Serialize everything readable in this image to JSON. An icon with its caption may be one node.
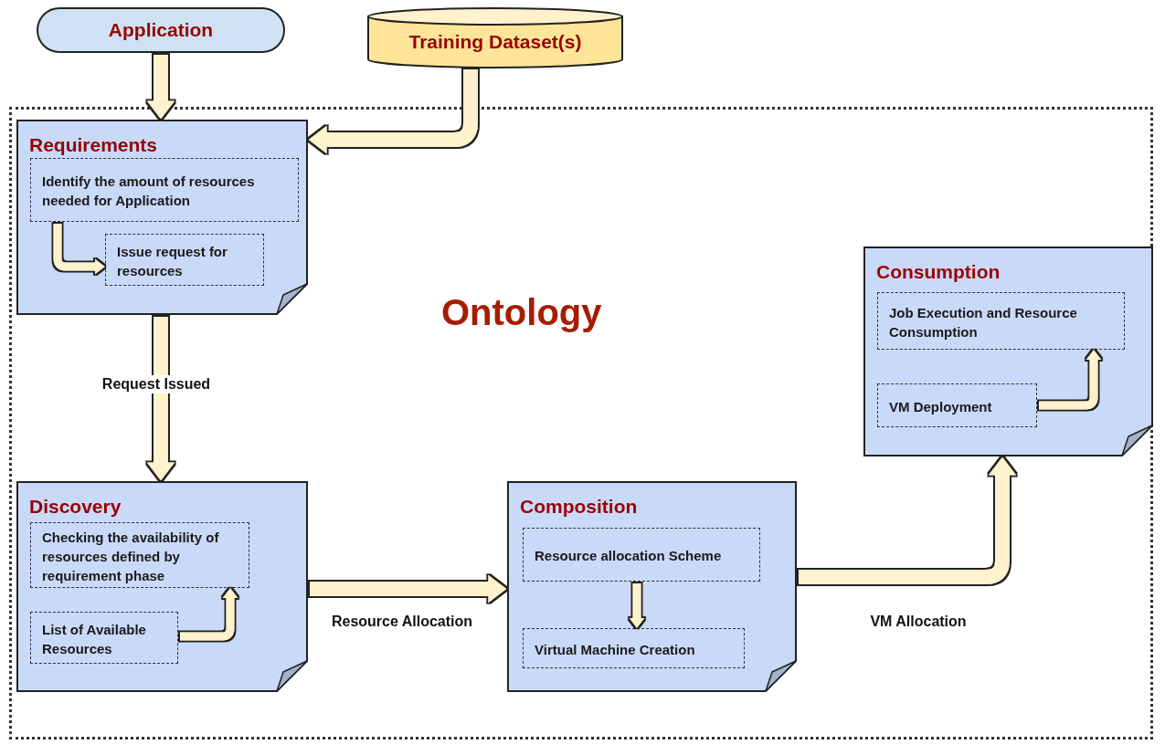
{
  "diagram": {
    "nodes": [
      {
        "text": [
          "Application"
        ]
      },
      {
        "text": [
          "Training Dataset(s)"
        ]
      },
      {
        "text": [
          "Ontology"
        ]
      },
      {
        "text": [
          "Requirements"
        ],
        "in": 2
      },
      {
        "text": [
          "Identify the amount of resources needed for Application"
        ],
        "in": 3
      },
      {
        "text": [
          "Issue request for resources"
        ],
        "in": 3
      },
      {
        "text": [
          "Discovery"
        ],
        "in": 2
      },
      {
        "text": [
          "Checking the availability of resources defined by requirement phase"
        ],
        "in": 6
      },
      {
        "text": [
          "List of Available Resources"
        ],
        "in": 6
      },
      {
        "text": [
          "Composition"
        ],
        "in": 2
      },
      {
        "text": [
          "Resource allocation Scheme"
        ],
        "in": 9
      },
      {
        "text": [
          "Virtual Machine Creation"
        ],
        "in": 9
      },
      {
        "text": [
          "Consumption"
        ],
        "in": 2
      },
      {
        "text": [
          "Job Execution and Resource Consumption"
        ],
        "in": 12
      },
      {
        "text": [
          "VM Deployment"
        ],
        "in": 12
      }
    ],
    "edges": [
      {
        "from": 0,
        "to": 3,
        "arrow": "to"
      },
      {
        "from": 1,
        "to": 3,
        "arrow": "to"
      },
      {
        "from": 3,
        "to": 6,
        "arrow": "to",
        "label": "Request Issued"
      },
      {
        "from": 6,
        "to": 9,
        "arrow": "to",
        "label": "Resource Allocation"
      },
      {
        "from": 9,
        "to": 12,
        "arrow": "to",
        "label": "VM Allocation"
      },
      {
        "from": 4,
        "to": 5,
        "arrow": "to"
      },
      {
        "from": 8,
        "to": 7,
        "arrow": "to"
      },
      {
        "from": 10,
        "to": 11,
        "arrow": "to"
      },
      {
        "from": 14,
        "to": 13,
        "arrow": "to"
      }
    ]
  }
}
